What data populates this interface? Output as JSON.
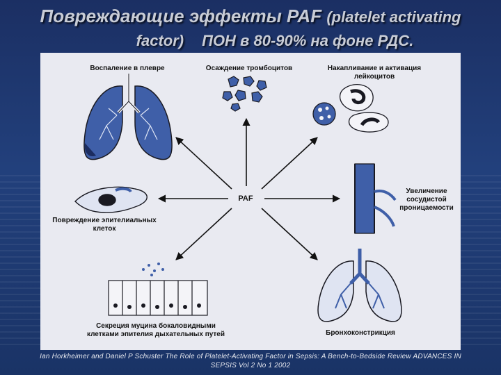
{
  "title": {
    "line1_main": "Повреждающие эффекты PAF",
    "line1_paren": "(platelet activating",
    "line2_a": "factor)",
    "line2_b": "ПОН в 80-90%  на фоне РДС."
  },
  "diagram": {
    "center_label": "PAF",
    "labels": {
      "pleura": "Воспаление в плевре",
      "platelets": "Осаждение тромбоцитов",
      "leukocytes_1": "Накапливание и активация",
      "leukocytes_2": "лейкоцитов",
      "permeability_1": "Увеличение",
      "permeability_2": "сосудистой",
      "permeability_3": "проницаемости",
      "epithelial_1": "Повреждение эпителиальных",
      "epithelial_2": "клеток",
      "mucin_1": "Секреция муцина бокаловидными",
      "mucin_2": "клетками эпителия дыхательных путей",
      "broncho": "Бронхоконстрикция"
    }
  },
  "citation": {
    "line1": "Ian Horkheimer and Daniel P Schuster The Role of Platelet-Activating Factor in Sepsis: A Bench-to-Bedside Review ADVANCES IN",
    "line2": "SEPSIS Vol 2 No 1 2002"
  },
  "colors": {
    "tissue": "#3f5fa8",
    "outline": "#1a1a22",
    "panel": "#e9eaf1"
  }
}
